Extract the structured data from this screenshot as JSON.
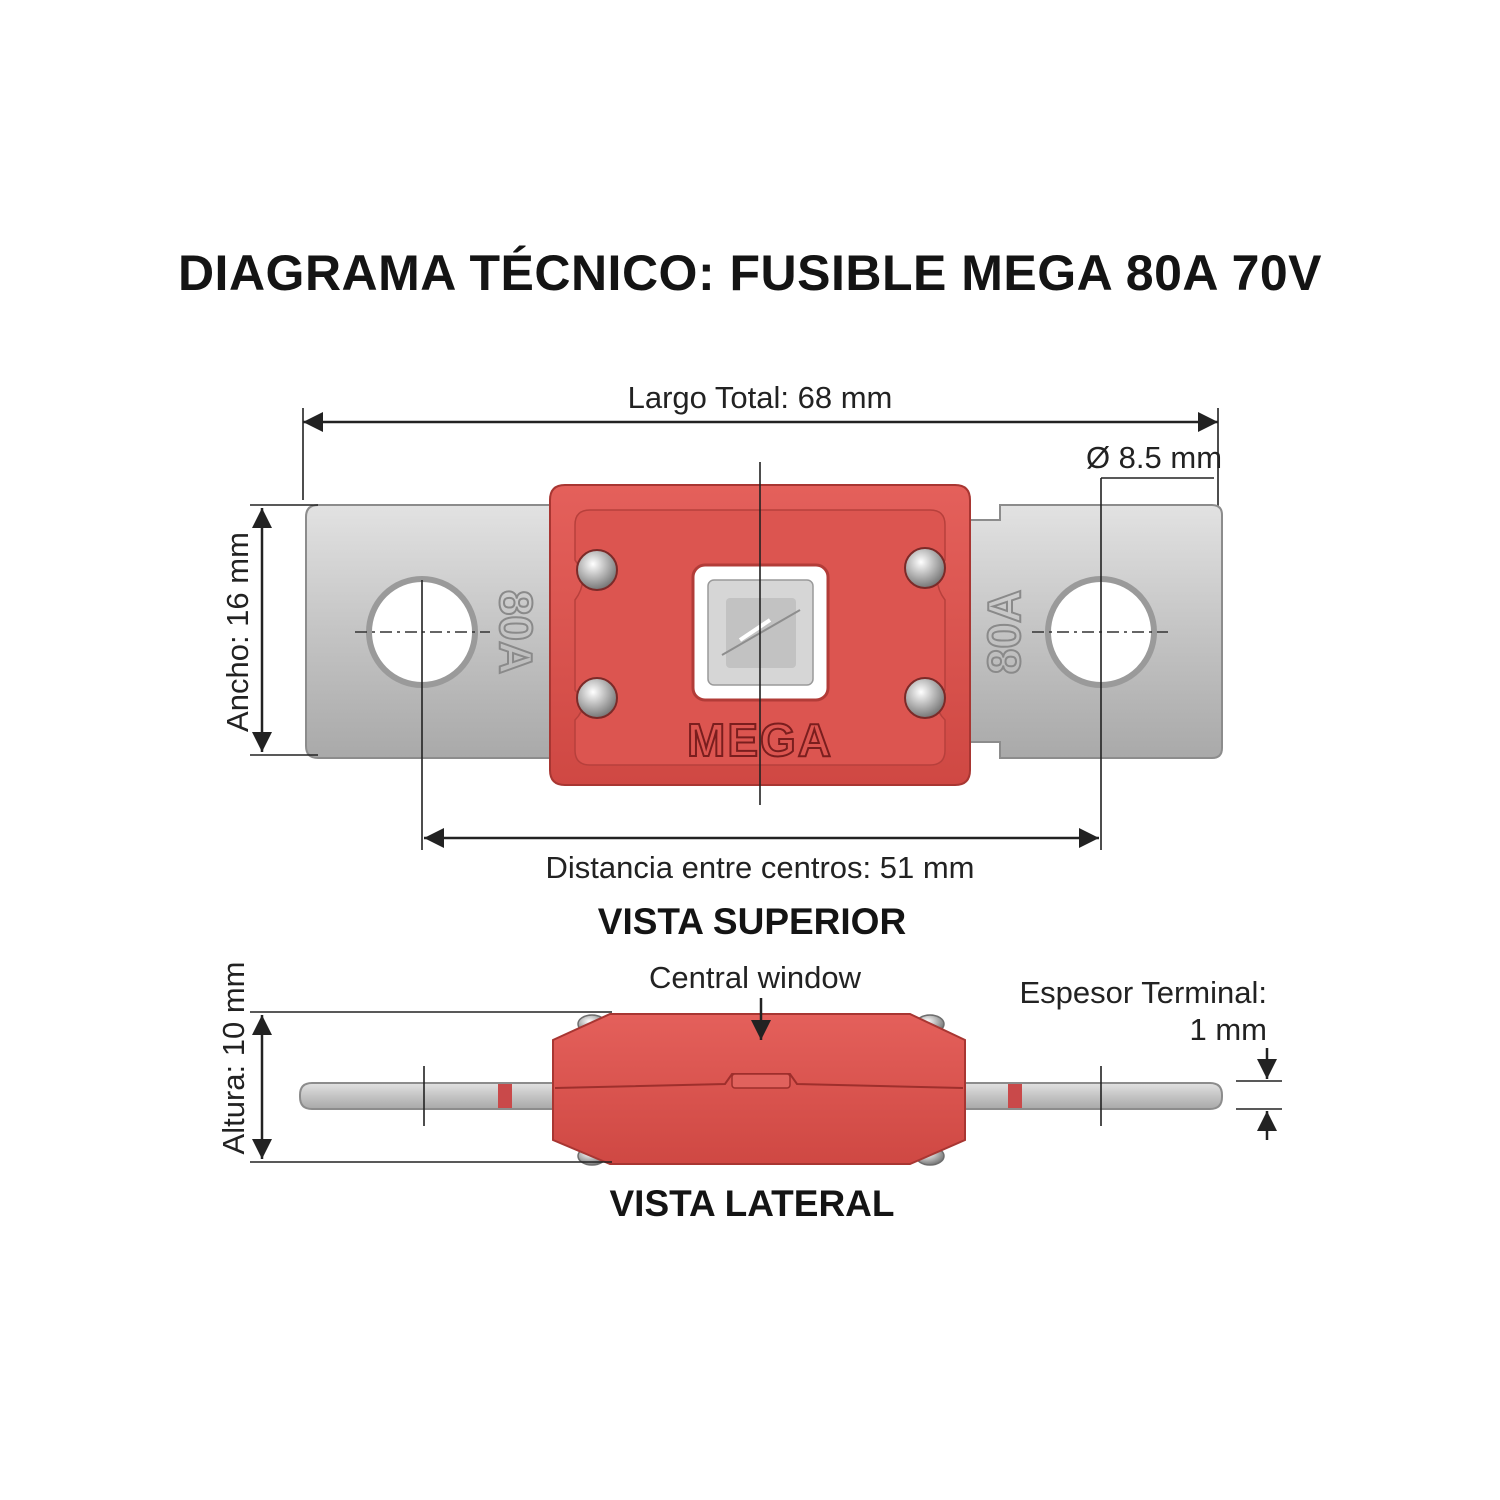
{
  "title": "DIAGRAMA TÉCNICO: FUSIBLE MEGA 80A 70V",
  "top_view": {
    "heading": "VISTA SUPERIOR",
    "total_length_label": "Largo Total: 68 mm",
    "hole_diameter_label": "Ø 8.5 mm",
    "width_label": "Ancho: 16 mm",
    "center_distance_label": "Distancia entre centros: 51 mm",
    "rating_stamp": "80A",
    "brand_stamp": "MEGA"
  },
  "side_view": {
    "heading": "VISTA LATERAL",
    "window_label": "Central window",
    "height_label": "Altura: 10 mm",
    "terminal_thickness_label_line1": "Espesor Terminal:",
    "terminal_thickness_label_line2": "1 mm"
  },
  "colors": {
    "body_red": "#d9534f",
    "body_red_dark": "#b83a37",
    "terminal_silver": "#c9c9c9",
    "ink": "#222222"
  }
}
